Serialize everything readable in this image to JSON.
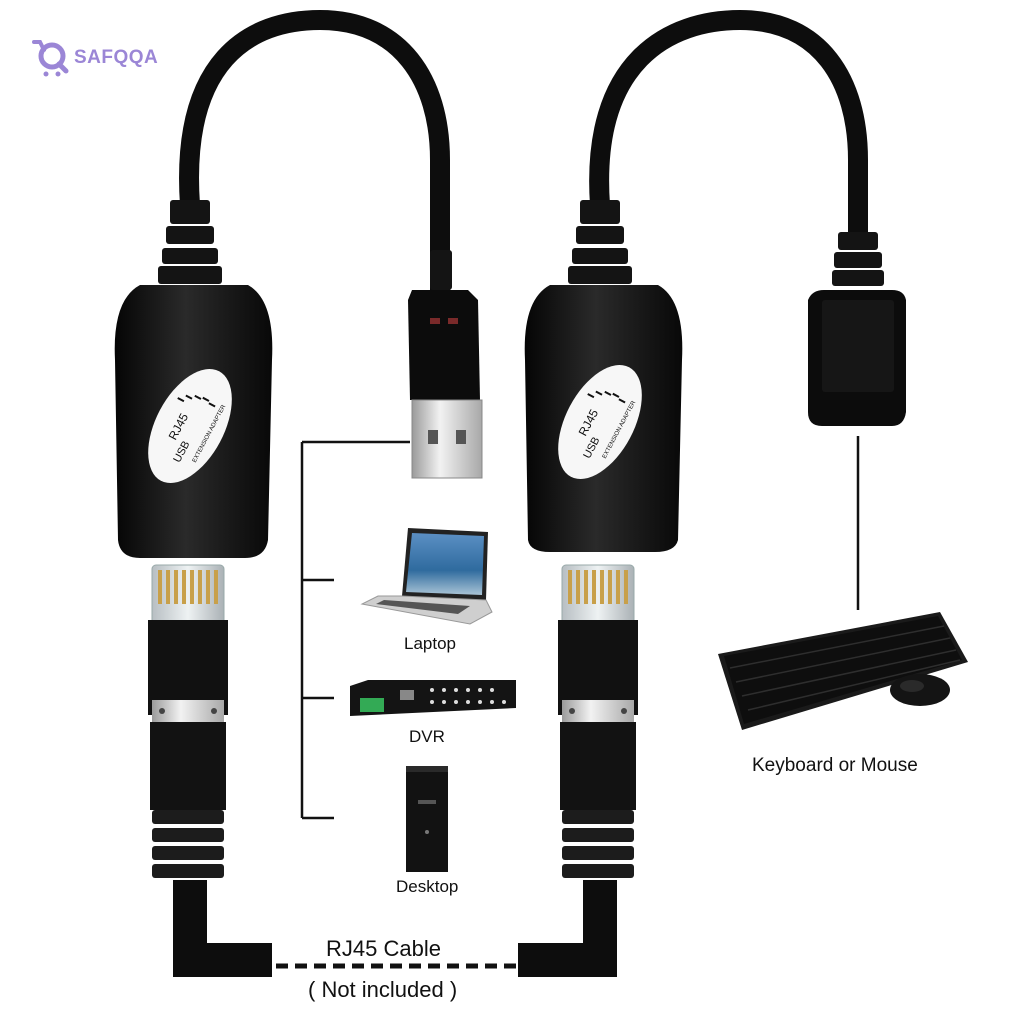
{
  "brand": {
    "name": "SAFQQA",
    "color": "#9b86d6"
  },
  "adapter": {
    "line1": "USB",
    "line2": "RJ45",
    "line3": "EXTENSION ADAPTER"
  },
  "devices": {
    "laptop": "Laptop",
    "dvr": "DVR",
    "desktop": "Desktop",
    "keyboard_mouse": "Keyboard or Mouse"
  },
  "cable": {
    "title": "RJ45 Cable",
    "note": "( Not included )"
  },
  "colors": {
    "device_body": "#161616",
    "cable": "#0d0d0d",
    "connector_metal": "#d8d8d8",
    "connector_clear": "#c9cfd2",
    "connector_gold": "#c8a04a"
  }
}
